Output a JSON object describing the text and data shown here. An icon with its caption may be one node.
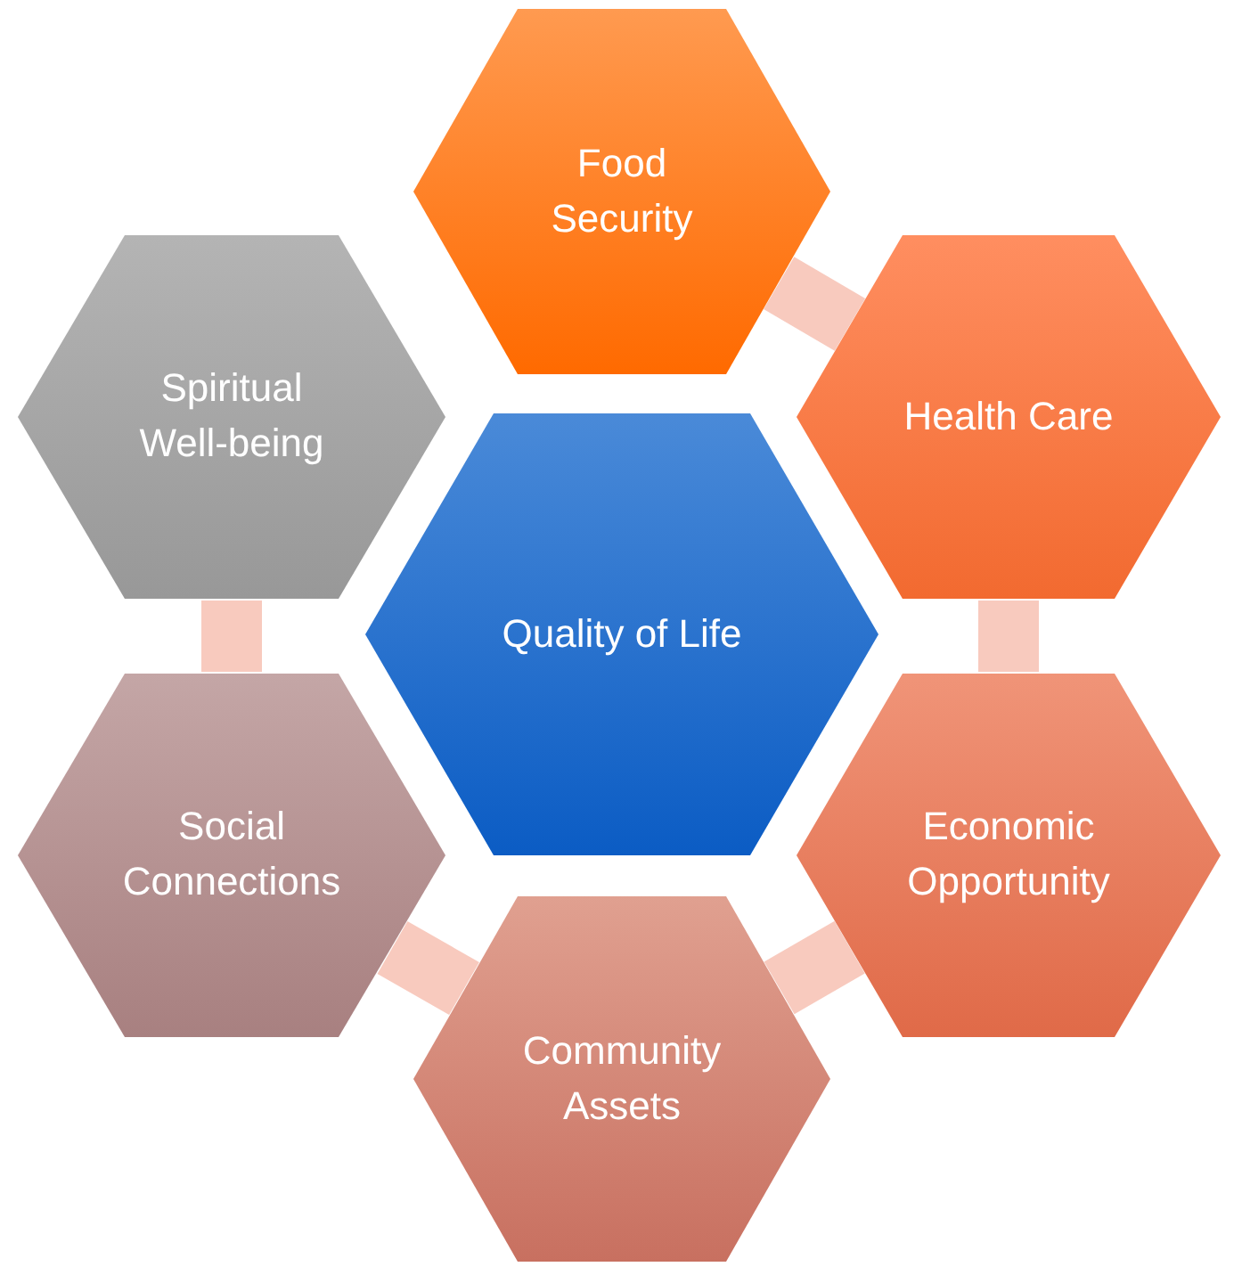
{
  "diagram": {
    "nodes": [
      {
        "text": [
          "Quality of Life"
        ]
      },
      {
        "text": [
          "Food Security"
        ]
      },
      {
        "text": [
          "Health Care"
        ]
      },
      {
        "text": [
          "Economic Opportunity"
        ]
      },
      {
        "text": [
          "Community Assets"
        ]
      },
      {
        "text": [
          "Social Connections"
        ]
      },
      {
        "text": [
          "Spiritual Well-being"
        ]
      }
    ],
    "edges": [
      {
        "from": 1,
        "to": 2,
        "arrow": "none"
      },
      {
        "from": 2,
        "to": 3,
        "arrow": "none"
      },
      {
        "from": 3,
        "to": 4,
        "arrow": "none"
      },
      {
        "from": 4,
        "to": 5,
        "arrow": "none"
      },
      {
        "from": 5,
        "to": 6,
        "arrow": "none"
      }
    ]
  }
}
